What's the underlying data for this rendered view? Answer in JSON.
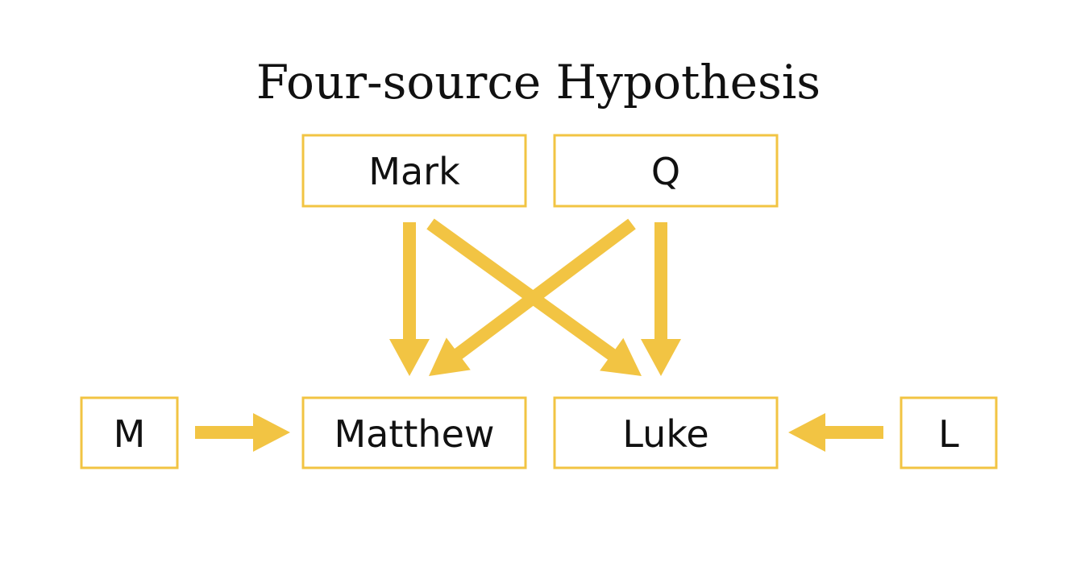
{
  "title": "Four-source Hypothesis",
  "colors": {
    "accent": "#F2C443",
    "text": "#111111",
    "background": "#FFFFFF"
  },
  "nodes": {
    "mark": "Mark",
    "q": "Q",
    "m": "M",
    "matthew": "Matthew",
    "luke": "Luke",
    "l": "L"
  },
  "edges": [
    {
      "from": "mark",
      "to": "matthew"
    },
    {
      "from": "mark",
      "to": "luke"
    },
    {
      "from": "q",
      "to": "matthew"
    },
    {
      "from": "q",
      "to": "luke"
    },
    {
      "from": "m",
      "to": "matthew"
    },
    {
      "from": "l",
      "to": "luke"
    }
  ]
}
